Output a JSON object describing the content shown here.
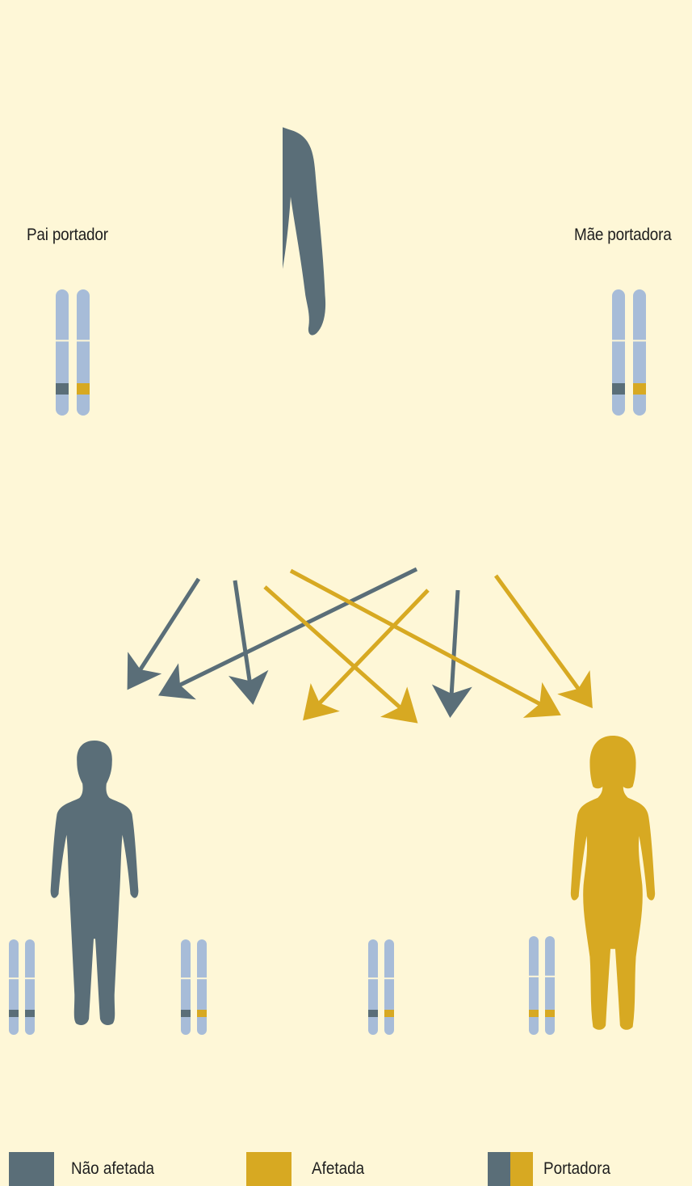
{
  "labels": {
    "father": "Pai portador",
    "mother": "Mãe portadora"
  },
  "legend": {
    "unaffected": "Não afetada",
    "affected": "Afetada",
    "carrier": "Portadora"
  },
  "colors": {
    "background": "#fef7d7",
    "unaffected": "#5a6e78",
    "affected": "#d7a922",
    "chromosome": "#a7bcd8"
  },
  "people": [
    {
      "role": "father",
      "status": "carrier"
    },
    {
      "role": "mother",
      "status": "carrier"
    },
    {
      "role": "child-1",
      "status": "unaffected"
    },
    {
      "role": "child-2",
      "status": "carrier"
    },
    {
      "role": "child-3",
      "status": "carrier"
    },
    {
      "role": "child-4",
      "status": "affected"
    }
  ]
}
